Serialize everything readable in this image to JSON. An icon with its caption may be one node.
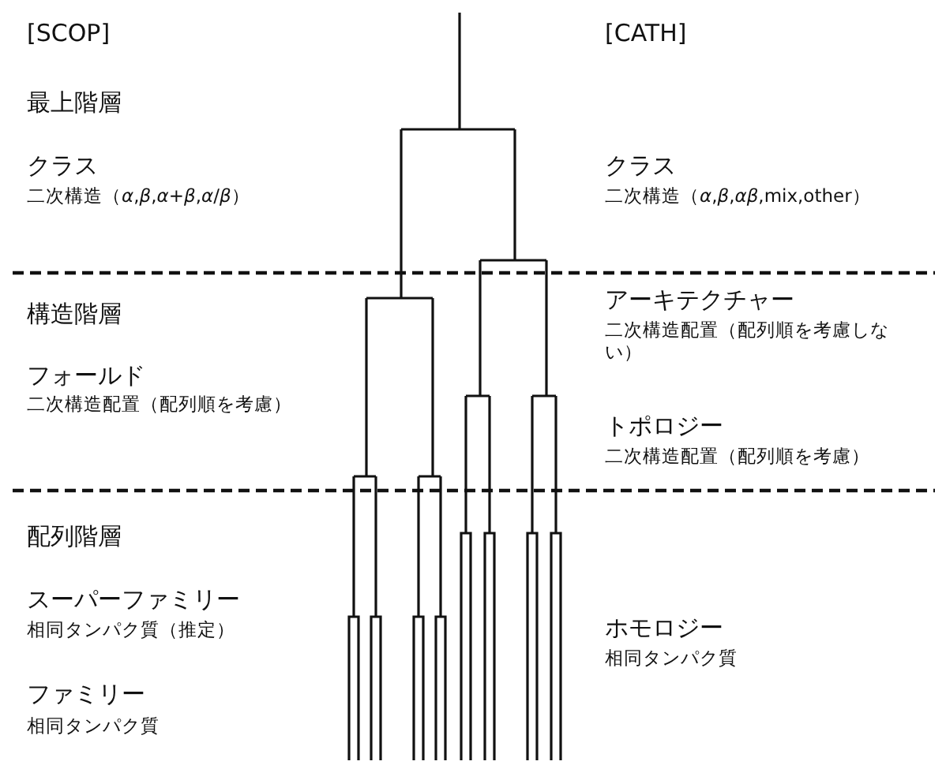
{
  "diagram": {
    "labels": [
      "[SCOP]",
      "[CATH]",
      "最上階層",
      "クラス",
      "二次構造（*α*,*β*,*α*+*β*,*α*/*β*）",
      "クラス",
      "二次構造（*α*,*β*,*αβ*,mix,other）",
      "構造階層",
      "アーキテクチャー",
      "二次構造配置（配列順を考慮しない）",
      "フォールド",
      "二次構造配置（配列順を考慮）",
      "トポロジー",
      "二次構造配置（配列順を考慮）",
      "配列階層",
      "スーパーファミリー",
      "相同タンパク質（推定）",
      "ホモロジー",
      "相同タンパク質",
      "ファミリー",
      "相同タンパク質"
    ]
  }
}
